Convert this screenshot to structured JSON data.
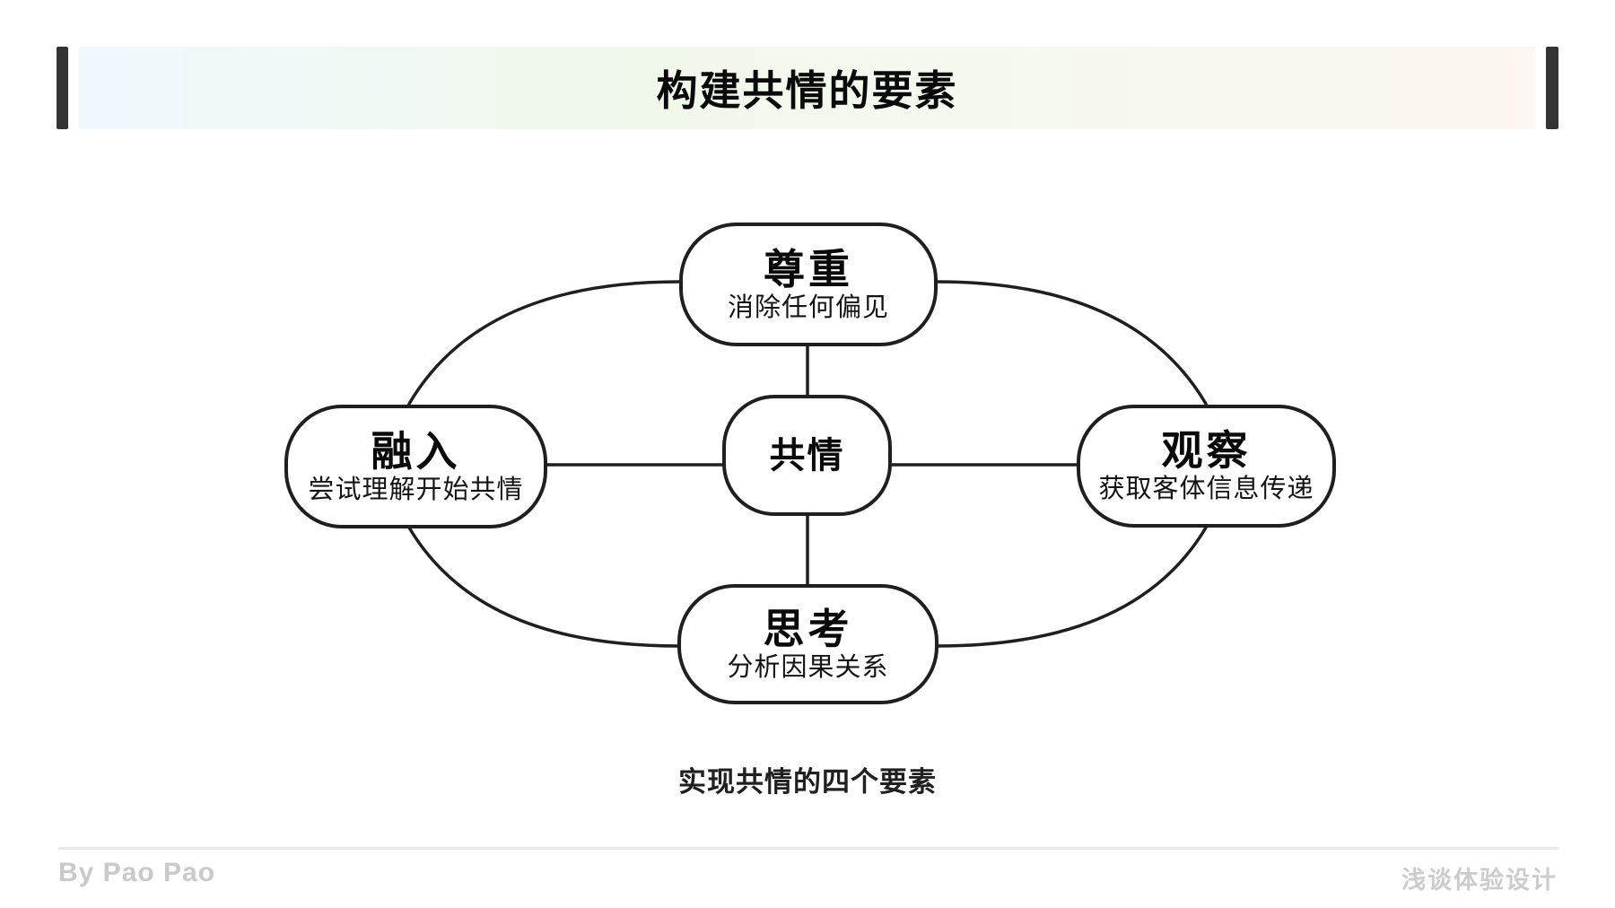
{
  "header": {
    "title": "构建共情的要素"
  },
  "diagram": {
    "center": {
      "label": "共情"
    },
    "nodes": [
      {
        "id": "respect",
        "label": "尊重",
        "desc": "消除任何偏见"
      },
      {
        "id": "immerse",
        "label": "融入",
        "desc": "尝试理解开始共情"
      },
      {
        "id": "observe",
        "label": "观察",
        "desc": "获取客体信息传递"
      },
      {
        "id": "think",
        "label": "思考",
        "desc": "分析因果关系"
      }
    ],
    "caption": "实现共情的四个要素"
  },
  "footer": {
    "author": "By Pao Pao",
    "brand": "浅谈体验设计"
  },
  "colors": {
    "ink": "#1f1f1f",
    "text": "#0a0a0a",
    "header_gradient_left": "#eff8fd",
    "header_gradient_middle": "#f1f8e9",
    "header_gradient_right": "#fdf6f1",
    "header_bar": "#343434",
    "footer_gray": "#c9c9c9",
    "divider": "#e9e9e9"
  }
}
